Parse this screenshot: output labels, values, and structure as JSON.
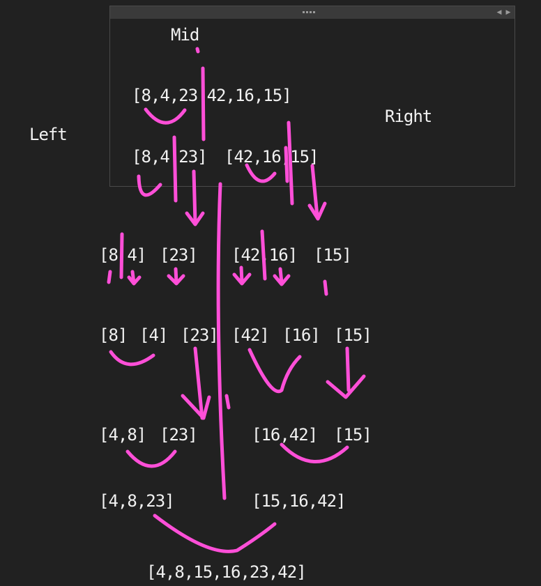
{
  "frame": {
    "nav_left": "◀",
    "nav_right": "▶"
  },
  "labels": {
    "mid": "Mid",
    "left": "Left",
    "right": "Right"
  },
  "rows": {
    "r1": "[8,4,23 42,16,15]",
    "r2a": "[8,4 23]",
    "r2b": "[42,16,15]",
    "r3a": "[8 4]",
    "r3b": "[23]",
    "r3c": "[42,16]",
    "r3d": "[15]",
    "r4a": "[8]",
    "r4b": "[4]",
    "r4c": "[23]",
    "r4d": "[42]",
    "r4e": "[16]",
    "r4f": "[15]",
    "r5a": "[4,8]",
    "r5b": "[23]",
    "r5c": "[16,42]",
    "r5d": "[15]",
    "r6a": "[4,8,23]",
    "r6b": "[15,16,42]",
    "r7": "[4,8,15,16,23,42]"
  },
  "ink_color": "#ff4fd8"
}
